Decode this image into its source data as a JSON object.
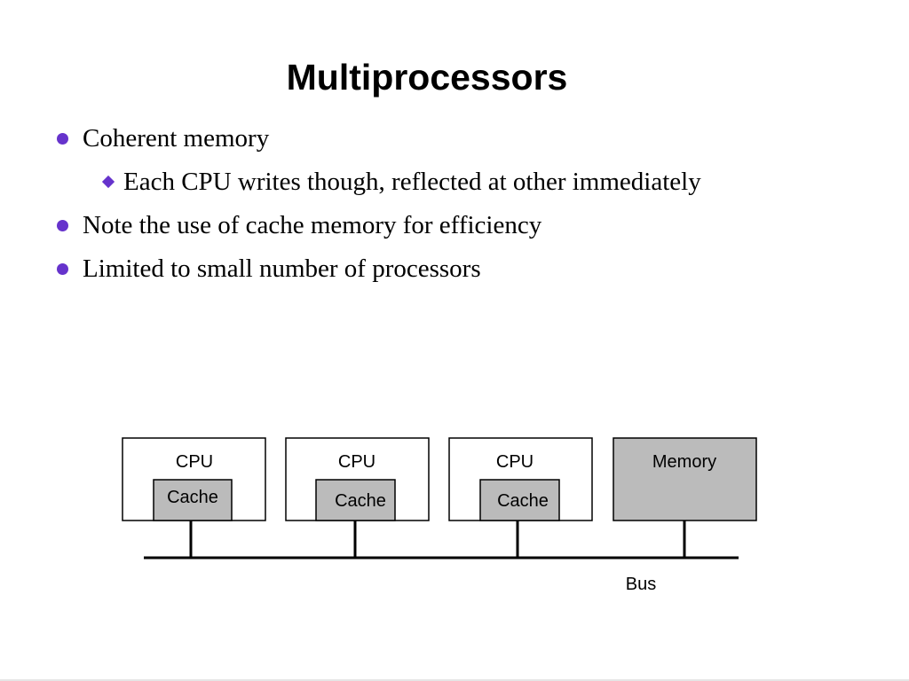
{
  "slide": {
    "title": "Multiprocessors",
    "bullets": [
      {
        "text": "Coherent memory",
        "sub": [
          {
            "text": "Each CPU writes though, reflected at other immediately"
          }
        ]
      },
      {
        "text": "Note the use of cache memory for efficiency"
      },
      {
        "text": "Limited to small number of processors"
      }
    ]
  },
  "diagram": {
    "cpu_label": "CPU",
    "cache_label": "Cache",
    "memory_label": "Memory",
    "bus_label": "Bus",
    "box_fill": "#ffffff",
    "cache_fill": "#bbbbbb",
    "memory_fill": "#bbbbbb"
  },
  "colors": {
    "bullet": "#6633cc",
    "text": "#000000"
  }
}
